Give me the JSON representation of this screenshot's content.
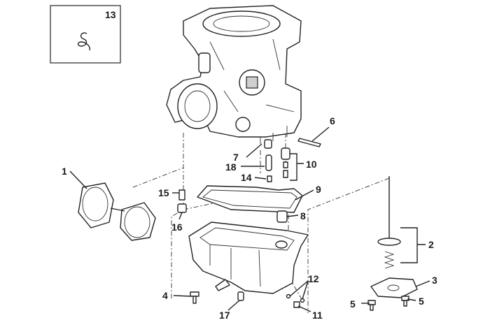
{
  "callouts": {
    "c1": "1",
    "c2": "2",
    "c3": "3",
    "c4": "4",
    "c5a": "5",
    "c5b": "5",
    "c6": "6",
    "c7": "7",
    "c8": "8",
    "c9": "9",
    "c10": "10",
    "c11": "11",
    "c12": "12",
    "c13": "13",
    "c14": "14",
    "c15": "15",
    "c16": "16",
    "c17": "17",
    "c18": "18"
  },
  "colors": {
    "ink": "#222222",
    "background": "#ffffff",
    "shade": "#cfcfcf"
  }
}
